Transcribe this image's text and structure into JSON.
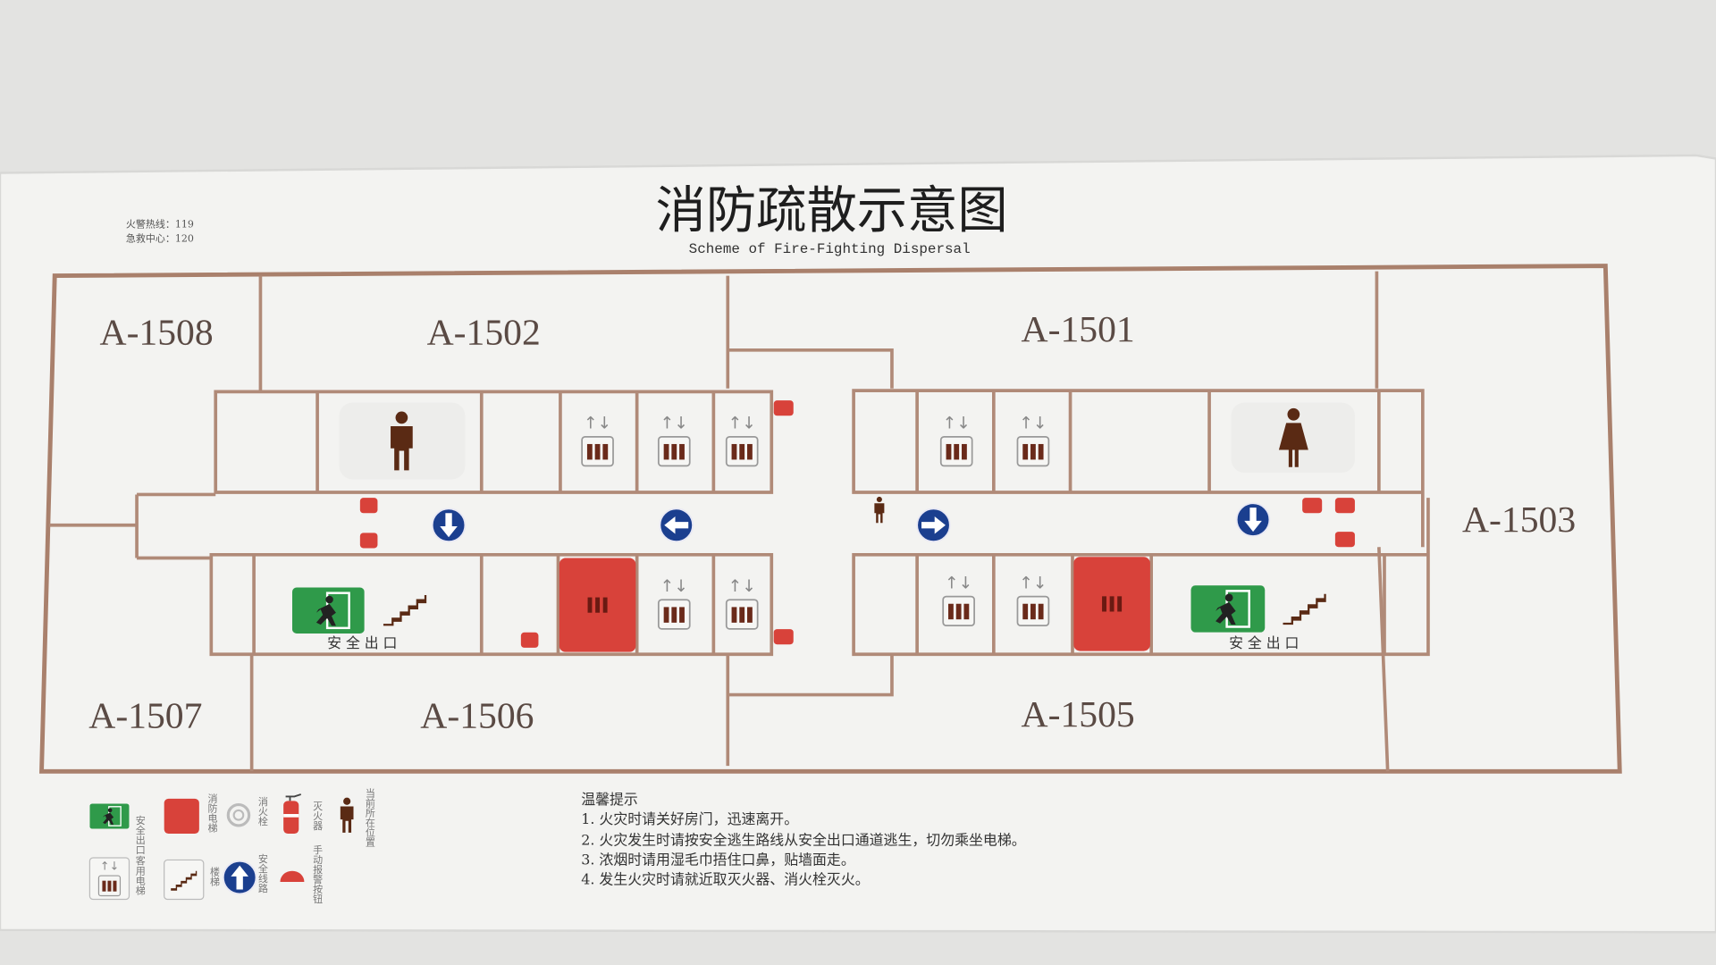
{
  "sign": {
    "title": "消防疏散示意图",
    "subtitle": "Scheme of Fire-Fighting Dispersal",
    "hotlines": [
      "火警热线：119",
      "急救中心：120"
    ]
  },
  "rooms": [
    "A-1508",
    "A-1502",
    "A-1501",
    "A-1503",
    "A-1507",
    "A-1506",
    "A-1505"
  ],
  "exit_label": "安全出口",
  "legend": {
    "safe_exit": "安全出口",
    "fire_elevator": "消防电梯",
    "hydrant": "消火栓",
    "extinguisher": "灭火器",
    "you_are_here": "当前所在位置",
    "passenger_elevator": "客用电梯",
    "stairs": "楼梯",
    "escape_route": "安全线路",
    "manual_alarm": "手动报警按钮"
  },
  "notes": {
    "heading": "温馨提示",
    "items": [
      "1. 火灾时请关好房门，迅速离开。",
      "2. 火灾发生时请按安全逃生路线从安全出口通道逃生，切勿乘坐电梯。",
      "3. 浓烟时请用湿毛巾捂住口鼻，贴墙面走。",
      "4. 发生火灾时请就近取灭火器、消火栓灭火。"
    ]
  },
  "colors": {
    "wall": "#a9806c",
    "exit_green": "#2f9a4a",
    "fire_red": "#d8423a",
    "arrow_blue": "#1b3f8f",
    "person_brown": "#5a2a14"
  }
}
